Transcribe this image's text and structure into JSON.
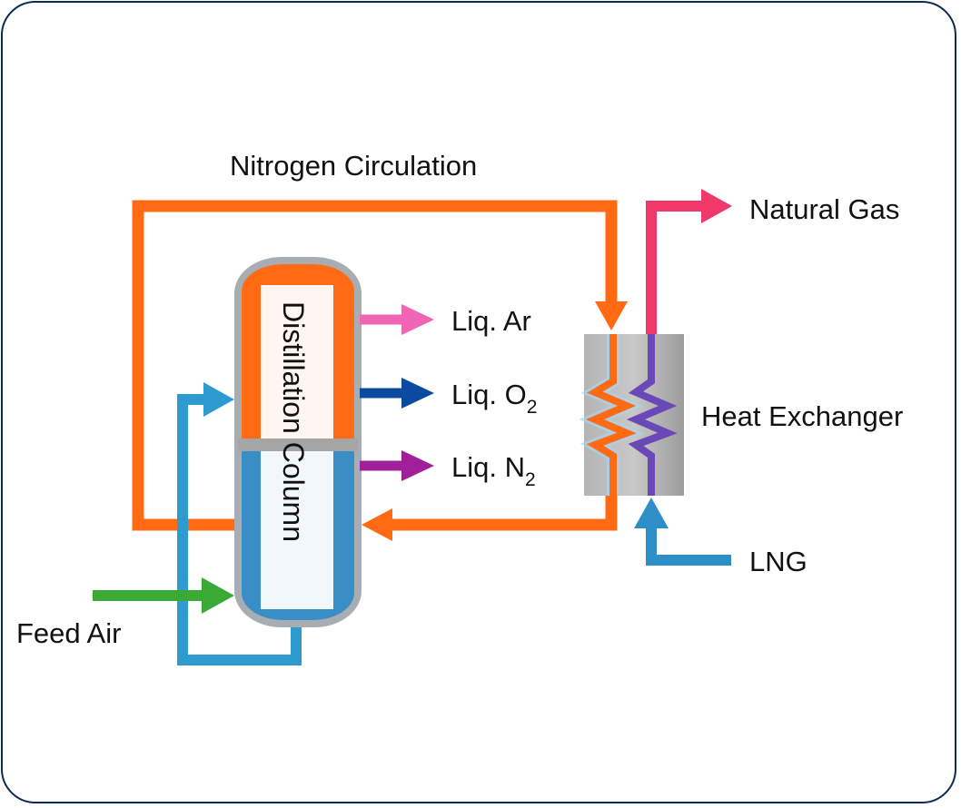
{
  "title": "Air separation with LNG cold energy",
  "labels": {
    "nitrogen_circulation": "Nitrogen Circulation",
    "natural_gas": "Natural Gas",
    "heat_exchanger": "Heat Exchanger",
    "lng": "LNG",
    "feed_air": "Feed Air",
    "distillation_column": "Distillation Column",
    "liq_ar": "Liq. Ar",
    "liq_o2_prefix": "Liq. O",
    "liq_o2_sub": "2",
    "liq_n2_prefix": "Liq. N",
    "liq_n2_sub": "2"
  },
  "colors": {
    "frame": "#0d2b4e",
    "nitrogen": "#ff6a13",
    "natural_gas": "#f0386b",
    "lng": "#2e8fc8",
    "feed_air": "#3aaa35",
    "liq_ar": "#f064b4",
    "liq_o2": "#0a4aa0",
    "liq_n2": "#a0209a",
    "inner_coil": "#6a48b8",
    "column_top": "#ff6a13",
    "column_bottom": "#3a8ec6",
    "column_shell": "#a8adb3",
    "exchanger_body": "#a9a9a9"
  }
}
